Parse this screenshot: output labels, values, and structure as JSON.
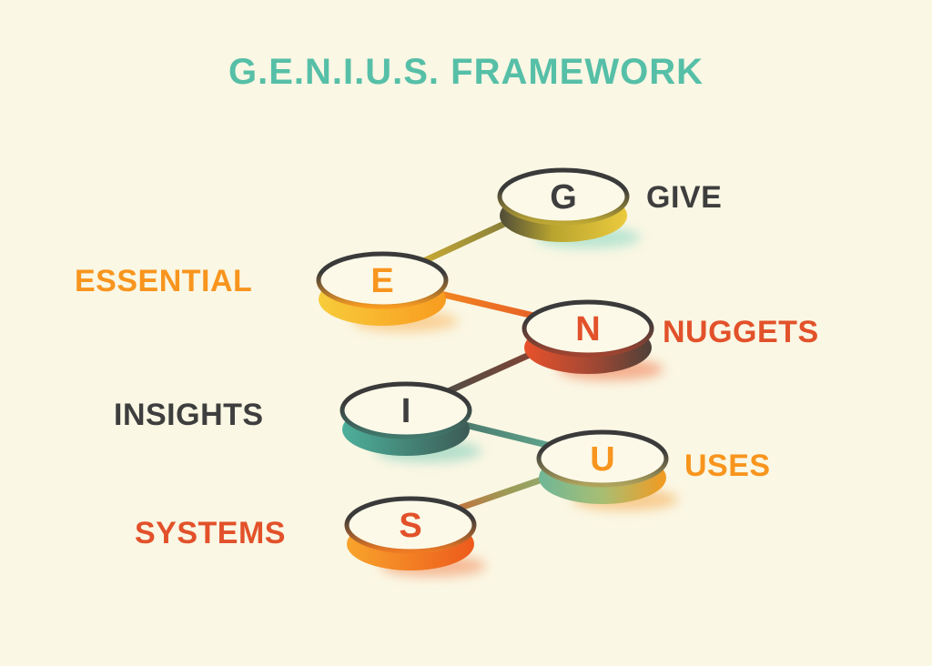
{
  "title": "G.E.N.I.U.S. FRAMEWORK",
  "colors": {
    "background": "#FAF7E4",
    "title_teal": "#56BFA7",
    "orange": "#F8951E",
    "red_orange": "#E2512A",
    "dark_gray": "#3E3E3E",
    "disc_face": "#FCF9E9"
  },
  "nodes": [
    {
      "letter": "G",
      "label": "GIVE",
      "label_side": "right",
      "letter_color": "#3E3E3E",
      "label_color": "#3E3E3E",
      "rim_colors": [
        "#4F4C38",
        "#EBCA3D"
      ]
    },
    {
      "letter": "E",
      "label": "ESSENTIAL",
      "label_side": "left",
      "letter_color": "#F8931E",
      "label_color": "#F8951E",
      "rim_colors": [
        "#F7CC3B",
        "#F89B1F"
      ]
    },
    {
      "letter": "N",
      "label": "NUGGETS",
      "label_side": "right",
      "letter_color": "#E2512A",
      "label_color": "#E2512A",
      "rim_colors": [
        "#E8512A",
        "#4E4038"
      ]
    },
    {
      "letter": "I",
      "label": "INSIGHTS",
      "label_side": "left",
      "letter_color": "#3E3E3E",
      "label_color": "#3E3E3E",
      "rim_colors": [
        "#4DB09B",
        "#3C5B55"
      ]
    },
    {
      "letter": "U",
      "label": "USES",
      "label_side": "right",
      "letter_color": "#F8931E",
      "label_color": "#F8951E",
      "rim_colors": [
        "#6FB697",
        "#F49A20"
      ]
    },
    {
      "letter": "S",
      "label": "SYSTEMS",
      "label_side": "left",
      "letter_color": "#E2512A",
      "label_color": "#E2512A",
      "rim_colors": [
        "#F8A42C",
        "#ED5A1C"
      ]
    }
  ]
}
